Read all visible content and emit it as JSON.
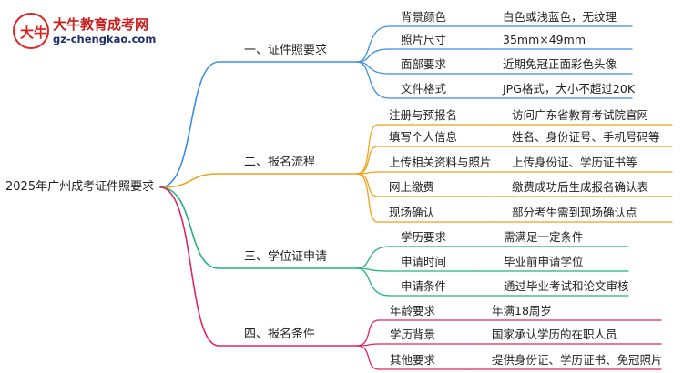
{
  "logo": {
    "brand": "大牛教育成考网",
    "url": "gz-chengkao.com",
    "emblem_text": "大牛"
  },
  "root": {
    "label": "2025年广州成考证件照要求"
  },
  "branches": [
    {
      "label": "一、证件照要求",
      "color": "#3a8ee6",
      "leaves": [
        {
          "key": "背景颜色",
          "value": "白色或浅蓝色，无纹理"
        },
        {
          "key": "照片尺寸",
          "value": "35mm×49mm"
        },
        {
          "key": "面部要求",
          "value": "近期免冠正面彩色头像"
        },
        {
          "key": "文件格式",
          "value": "JPG格式，大小不超过20K"
        }
      ]
    },
    {
      "label": "二、报名流程",
      "color": "#f0a11b",
      "leaves": [
        {
          "key": "注册与预报名",
          "value": "访问广东省教育考试院官网"
        },
        {
          "key": "填写个人信息",
          "value": "姓名、身份证号、手机号码等"
        },
        {
          "key": "上传相关资料与照片",
          "value": "上传身份证、学历证书等"
        },
        {
          "key": "网上缴费",
          "value": "缴费成功后生成报名确认表"
        },
        {
          "key": "现场确认",
          "value": "部分考生需到现场确认点"
        }
      ]
    },
    {
      "label": "三、学位证申请",
      "color": "#23b27a",
      "leaves": [
        {
          "key": "学历要求",
          "value": "需满足一定条件"
        },
        {
          "key": "申请时间",
          "value": "毕业前申请学位"
        },
        {
          "key": "申请条件",
          "value": "通过毕业考试和论文审核"
        }
      ]
    },
    {
      "label": "四、报名条件",
      "color": "#e0246a",
      "leaves": [
        {
          "key": "年龄要求",
          "value": "年满18周岁"
        },
        {
          "key": "学历背景",
          "value": "国家承认学历的在职人员"
        },
        {
          "key": "其他要求",
          "value": "提供身份证、学历证书、免冠照片"
        }
      ]
    }
  ]
}
